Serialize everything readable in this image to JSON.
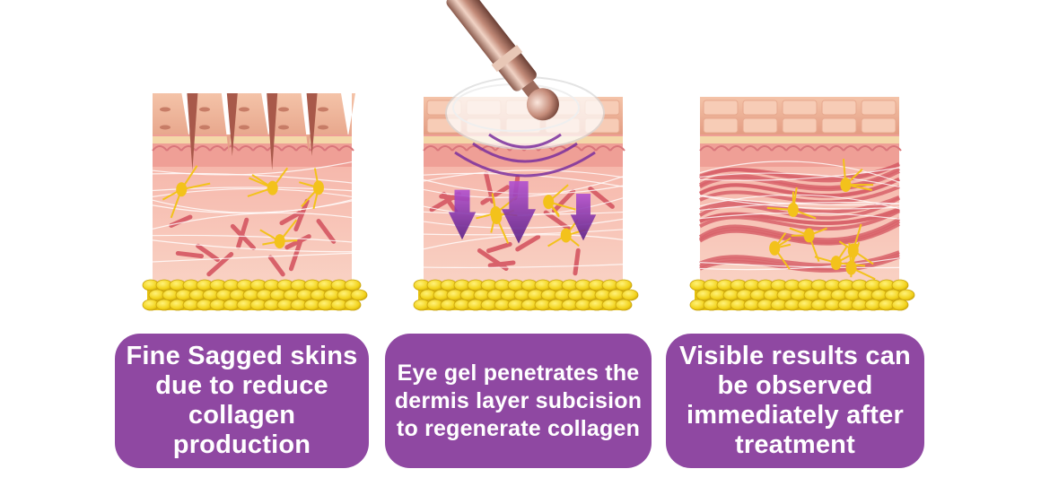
{
  "colors": {
    "caption_bg": "#8f48a2",
    "caption_text": "#ffffff",
    "epidermis": "#f0b49a",
    "dermis": "#f7c3b4",
    "collagen": "#d8616a",
    "nerve": "#f3c21b",
    "fat": "#f2d21a",
    "arrow": "#7a2f9e"
  },
  "panels": [
    {
      "caption": "Fine Sagged skins due to reduce collagen production",
      "icon": "sagged-skin-cross-section"
    },
    {
      "caption": "Eye gel penetrates the dermis layer subcision to regenerate collagen",
      "icon": "gel-application-cross-section"
    },
    {
      "caption": "Visible results can be observed immediately after treatment",
      "icon": "renewed-skin-cross-section"
    }
  ]
}
